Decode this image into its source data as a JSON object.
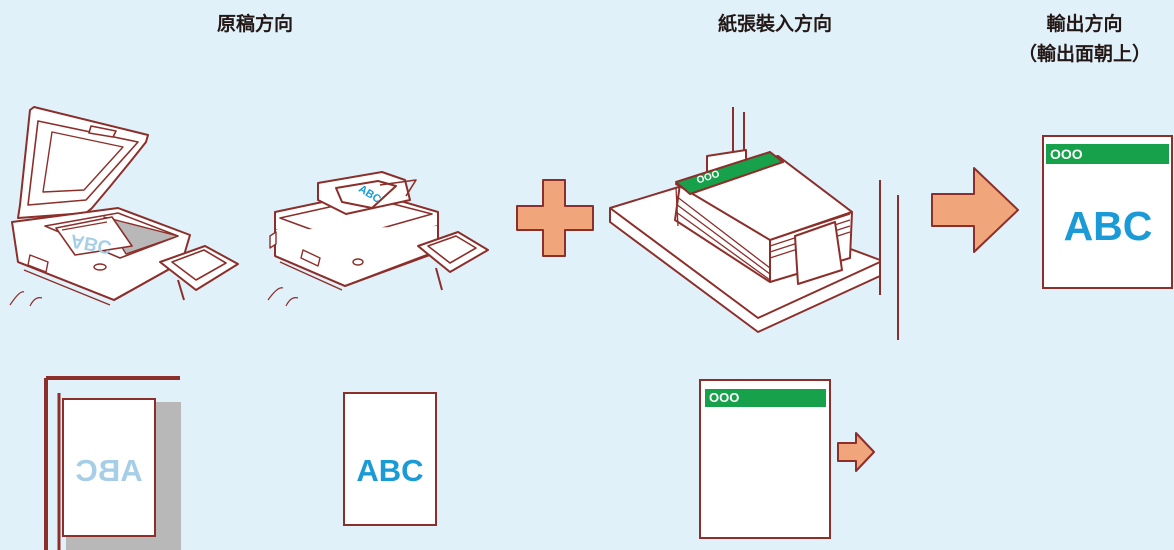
{
  "headings": {
    "original_orientation": "原稿方向",
    "paper_loading_orientation": "紙張裝入方向",
    "output_orientation_line1": "輸出方向",
    "output_orientation_line2": "（輸出面朝上）"
  },
  "labels": {
    "document_text": "ABC",
    "header_text": "OOO"
  },
  "colors": {
    "background": "#e0f1fa",
    "outline": "#8c2f2a",
    "accent_arrow": "#f0a67a",
    "text_blue": "#1a9ad6",
    "mirror_blue": "#a6cfe7",
    "header_green": "#17a14a",
    "glass_gray": "#b8b8b8"
  },
  "icons": {
    "flatbed": "scanner-flatbed-icon",
    "adf": "scanner-adf-icon",
    "plus": "plus-icon",
    "tray": "paper-tray-icon",
    "arrow": "arrow-right-icon"
  }
}
